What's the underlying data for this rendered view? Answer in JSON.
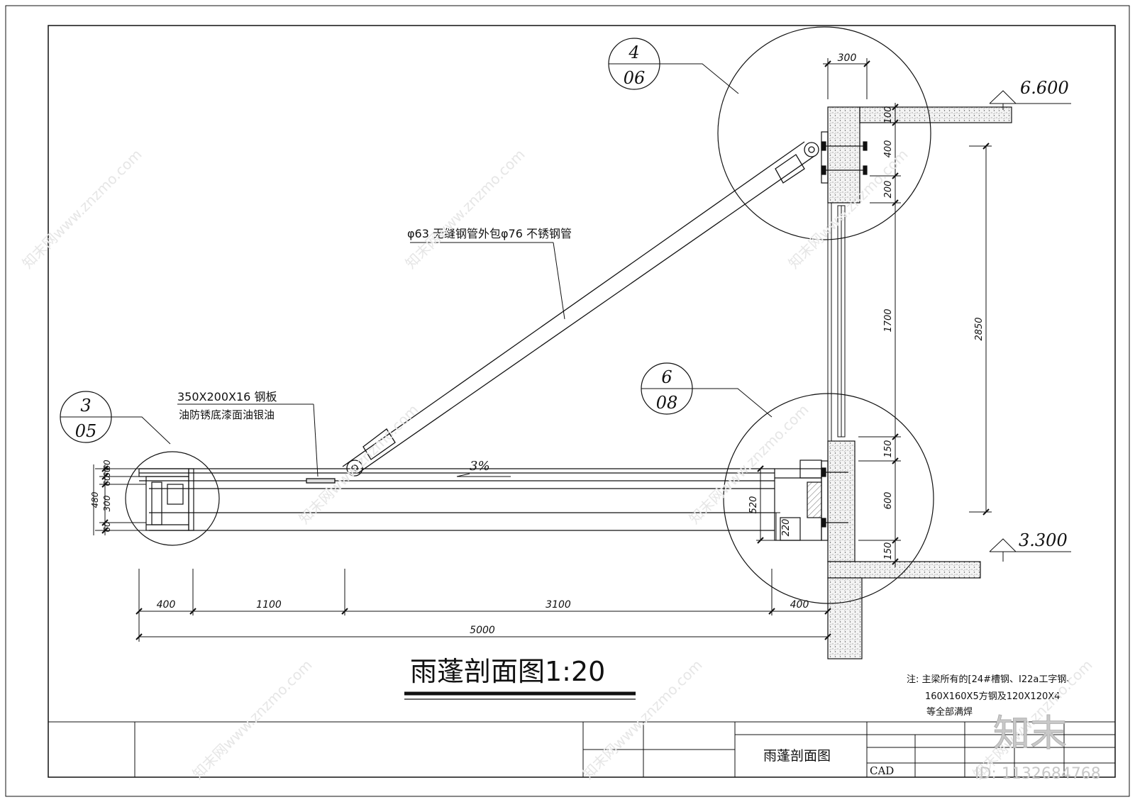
{
  "drawing": {
    "title": "雨蓬剖面图1:20",
    "detail_callouts": [
      {
        "top": "4",
        "bottom": "06"
      },
      {
        "top": "6",
        "bottom": "08"
      },
      {
        "top": "3",
        "bottom": "05"
      }
    ],
    "annotations": {
      "pipe": "φ63 无缝钢管外包φ76 不锈钢管",
      "plate_line1": "350X200X16 钢板",
      "plate_line2": "油防锈底漆面油银油",
      "slope": "3%"
    },
    "levels": {
      "upper": "6.600",
      "lower": "3.300"
    },
    "dimensions": {
      "bottom_chain": [
        "400",
        "1100",
        "3100",
        "400"
      ],
      "bottom_total": "5000",
      "top_width": "300",
      "right_upper": [
        "100",
        "400",
        "200"
      ],
      "right_window": "1700",
      "right_lower": [
        "150",
        "600",
        "150"
      ],
      "right_overall": "2850",
      "beam_depth": "520",
      "beam_lower": "220",
      "left_stack": [
        "60",
        "60",
        "60",
        "300",
        "60"
      ],
      "left_total": "480"
    },
    "note": [
      "注: 主梁所有的[24#槽钢、I22a工字钢、",
      "160X160X5方钢及120X120X4",
      "等全部满焊"
    ]
  },
  "title_block": {
    "drawing_name": "雨蓬剖面图",
    "software": "CAD"
  },
  "watermark": {
    "brand": "知末",
    "site": "知末网www.znzmo.com",
    "id_label": "ID: 1132684768"
  }
}
